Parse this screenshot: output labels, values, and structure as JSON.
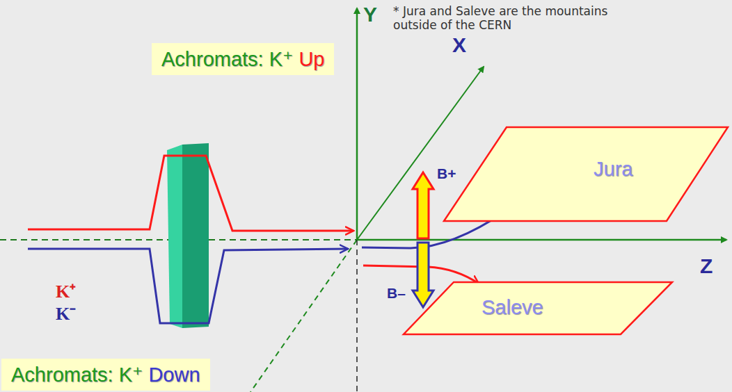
{
  "diagram": {
    "nodes": [
      {
        "text": [
          "Achromats: K⁺",
          "Up"
        ]
      },
      {
        "text": [
          "Achromats: K⁺",
          "Down"
        ]
      },
      {
        "text": [
          "Jura"
        ]
      },
      {
        "text": [
          "Saleve"
        ]
      }
    ],
    "labels": [
      "* Jura and Saleve are the mountains outside of the CERN",
      "Y",
      "X",
      "Z",
      "B+",
      "B–",
      "K⁺",
      "K⁻"
    ]
  }
}
